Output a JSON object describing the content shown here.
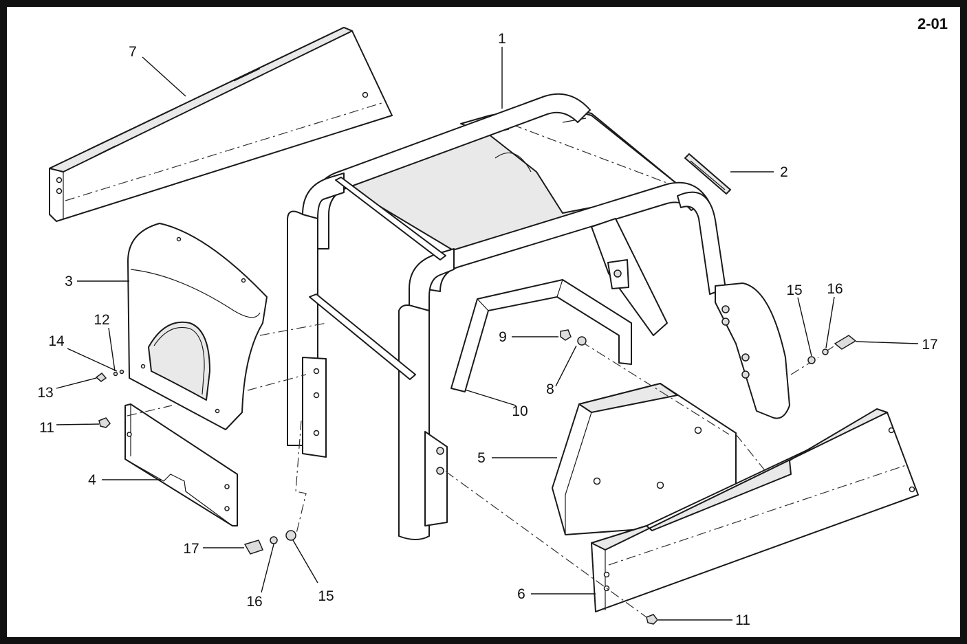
{
  "page_number": "2-01",
  "callouts": {
    "c1": "1",
    "c2": "2",
    "c3": "3",
    "c4": "4",
    "c5": "5",
    "c6": "6",
    "c7": "7",
    "c8": "8",
    "c9": "9",
    "c10": "10",
    "c11a": "11",
    "c11b": "11",
    "c12": "12",
    "c13": "13",
    "c14": "14",
    "c15a": "15",
    "c15b": "15",
    "c16a": "16",
    "c16b": "16",
    "c17a": "17",
    "c17b": "17"
  }
}
